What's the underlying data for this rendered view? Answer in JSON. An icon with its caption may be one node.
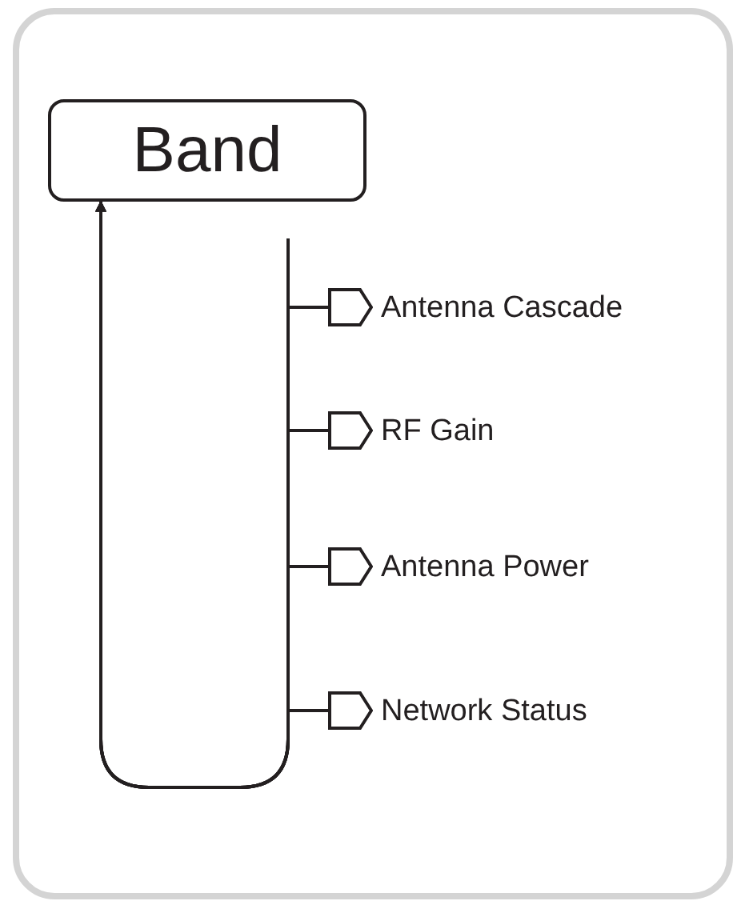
{
  "diagram": {
    "nodes": [
      {
        "text": [
          "Band"
        ]
      },
      {
        "text": [],
        "shape": "pentagon",
        "beside": [
          "Antenna Cascade"
        ]
      },
      {
        "text": [],
        "shape": "pentagon",
        "beside": [
          "RF Gain"
        ]
      },
      {
        "text": [],
        "shape": "pentagon",
        "beside": [
          "Antenna Power"
        ]
      },
      {
        "text": [],
        "shape": "pentagon",
        "beside": [
          "Network Status"
        ]
      }
    ],
    "edges": [
      {
        "from": 1,
        "to": 0,
        "arrow": "to"
      },
      {
        "from": 2,
        "to": 0,
        "arrow": "to"
      },
      {
        "from": 3,
        "to": 0,
        "arrow": "to"
      },
      {
        "from": 4,
        "to": 0,
        "arrow": "to"
      }
    ]
  }
}
